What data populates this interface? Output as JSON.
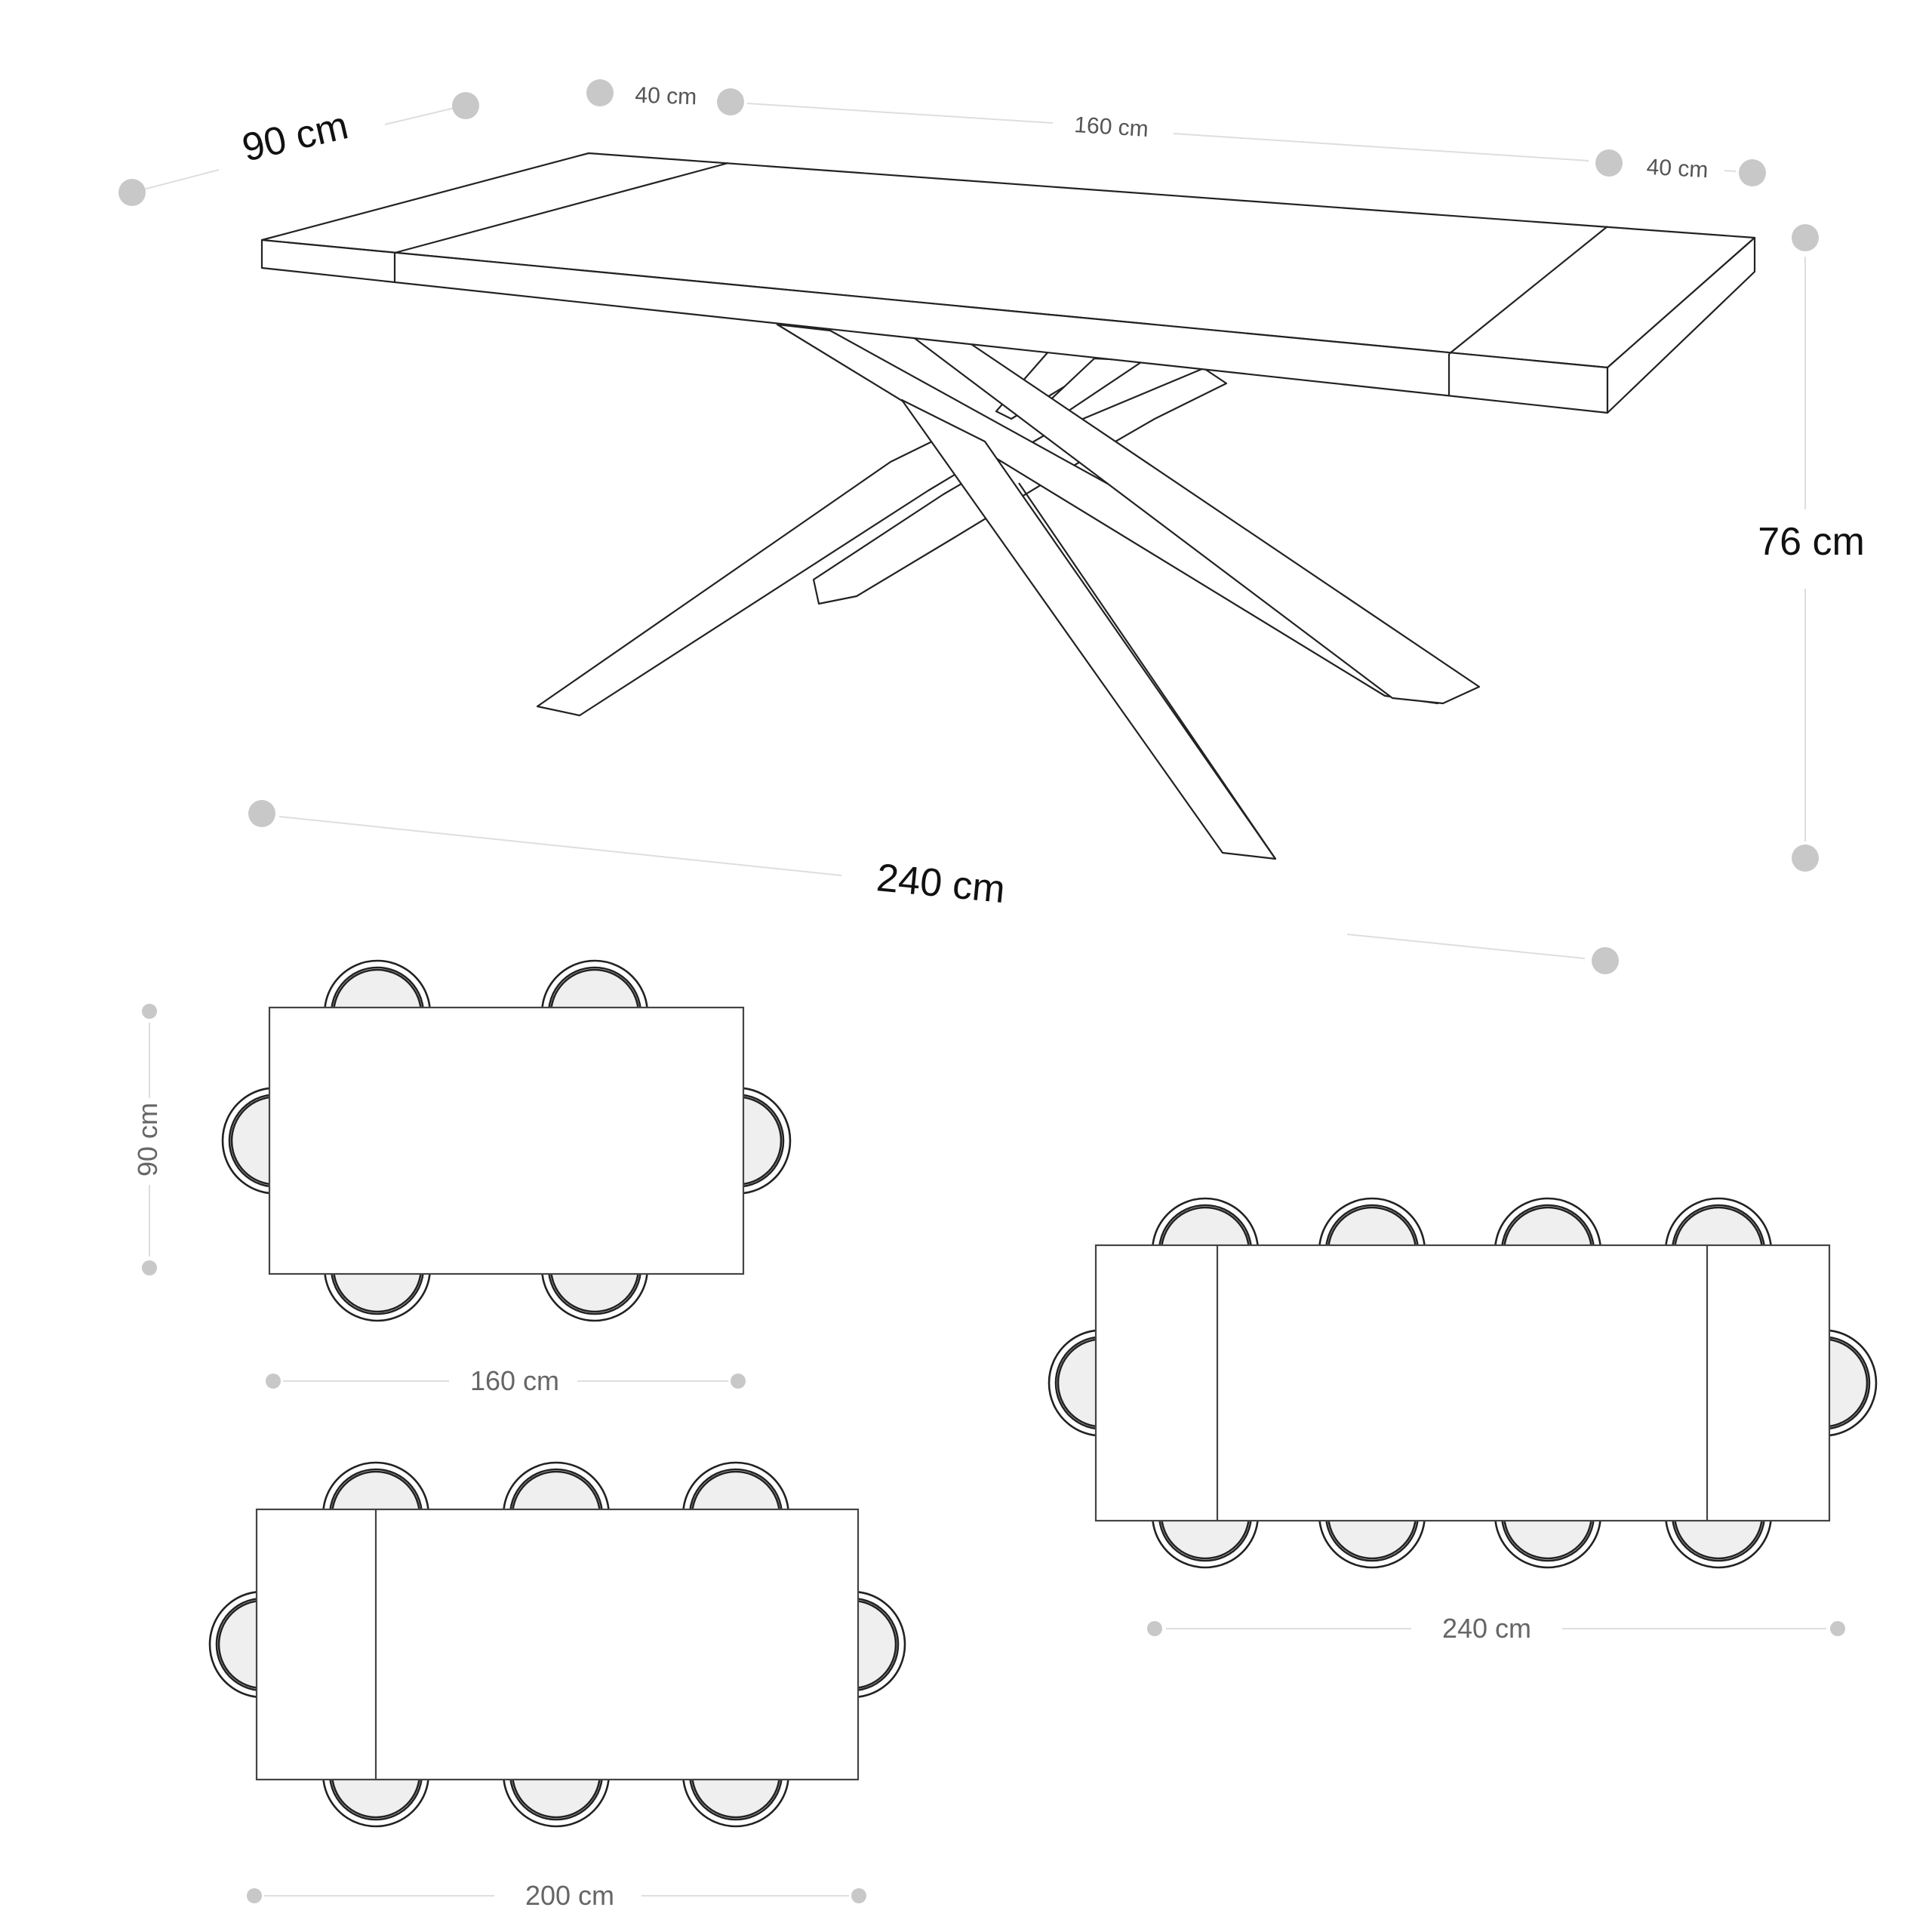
{
  "perspective": {
    "depth_label": "90 cm",
    "ext_left_label": "40 cm",
    "center_label": "160 cm",
    "ext_right_label": "40 cm",
    "height_label": "76 cm",
    "total_length_label": "240 cm"
  },
  "plans": {
    "small": {
      "width_label": "90 cm",
      "length_label": "160 cm",
      "chairs": 6
    },
    "medium": {
      "length_label": "200 cm",
      "chairs": 8
    },
    "large": {
      "length_label": "240 cm",
      "chairs": 10
    }
  },
  "colors": {
    "ink": "#222222",
    "dimension": "#c8c8c8",
    "seat": "#efefef"
  }
}
